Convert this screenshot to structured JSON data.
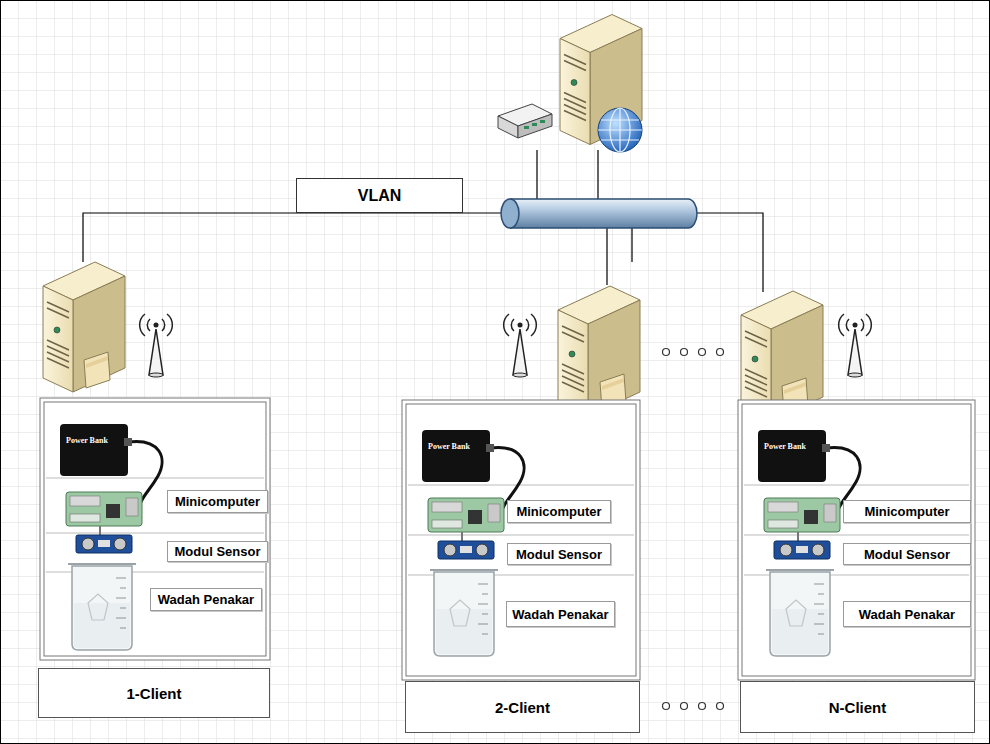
{
  "diagram": {
    "nodes": [
      {
        "text": [
          "VLAN"
        ]
      },
      {
        "text": [
          "Minicomputer"
        ]
      },
      {
        "text": [
          "Modul Sensor"
        ]
      },
      {
        "text": [
          "Wadah Penakar"
        ]
      },
      {
        "text": [
          "1-Client"
        ]
      },
      {
        "text": [
          "Minicomputer"
        ]
      },
      {
        "text": [
          "Modul Sensor"
        ]
      },
      {
        "text": [
          "Wadah Penakar"
        ]
      },
      {
        "text": [
          "2-Client"
        ]
      },
      {
        "text": [
          "Minicomputer"
        ]
      },
      {
        "text": [
          "Modul Sensor"
        ]
      },
      {
        "text": [
          "Wadah Penakar"
        ]
      },
      {
        "text": [
          "N-Client"
        ]
      }
    ],
    "labels": [
      "Power Bank",
      "Power Bank",
      "Power Bank"
    ]
  }
}
